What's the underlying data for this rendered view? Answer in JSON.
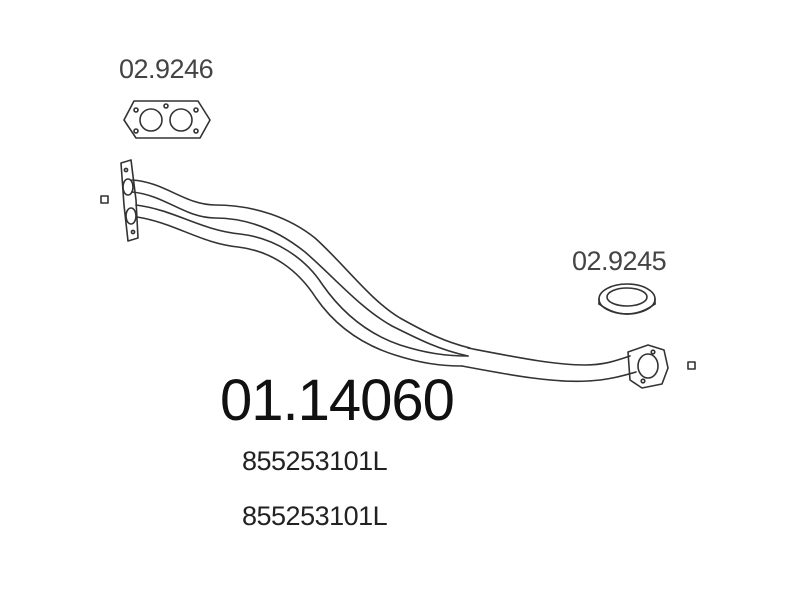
{
  "diagram": {
    "gasket_top_ref": "02.9246",
    "gasket_right_ref": "02.9245",
    "part_number": "01.14060",
    "oem_numbers": [
      "855253101L",
      "855253101L"
    ]
  },
  "colors": {
    "line": "#333333",
    "text": "#111111",
    "ref_text": "#444444"
  }
}
